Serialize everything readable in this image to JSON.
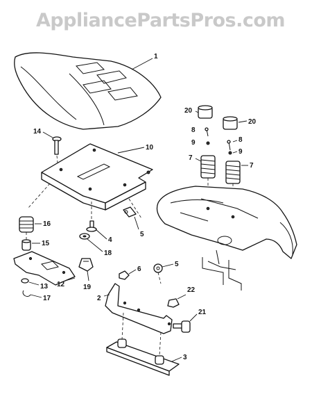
{
  "watermark": "AppliancePartsPros.com",
  "callouts": {
    "c1": "1",
    "c2": "2",
    "c3": "3",
    "c4": "4",
    "c5a": "5",
    "c5b": "5",
    "c6": "6",
    "c7a": "7",
    "c7b": "7",
    "c8a": "8",
    "c8b": "8",
    "c9a": "9",
    "c9b": "9",
    "c10": "10",
    "c12": "12",
    "c13": "13",
    "c14": "14",
    "c15": "15",
    "c16": "16",
    "c17": "17",
    "c18": "18",
    "c19": "19",
    "c20a": "20",
    "c20b": "20",
    "c21": "21",
    "c22": "22"
  }
}
